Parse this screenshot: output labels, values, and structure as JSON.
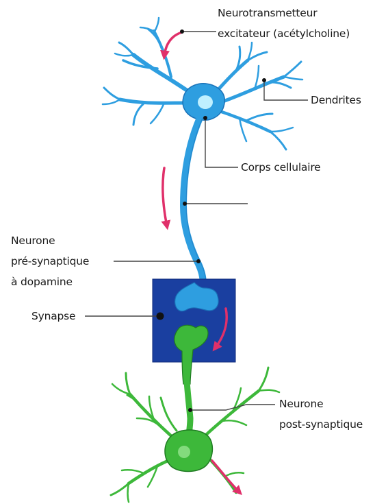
{
  "labels": {
    "neurotransmitter_line1": "Neurotransmetteur",
    "neurotransmitter_line2": "excitateur (acétylcholine)",
    "dendrites": "Dendrites",
    "cell_body": "Corps cellulaire",
    "presynaptic_line1": "Neurone",
    "presynaptic_line2": "pré-synaptique",
    "presynaptic_line3": "à dopamine",
    "synapse": "Synapse",
    "postsynaptic_line1": "Neurone",
    "postsynaptic_line2": "post-synaptique"
  },
  "colors": {
    "presynaptic_neuron": "#2e9ee0",
    "presynaptic_outline": "#1a72b8",
    "nucleus": "#bff0ff",
    "postsynaptic_neuron": "#3db83a",
    "postsynaptic_outline": "#1f7a22",
    "synapse_box": "#1a3fa0",
    "signal_arrow": "#e0306a",
    "leader_line": "#444444"
  }
}
